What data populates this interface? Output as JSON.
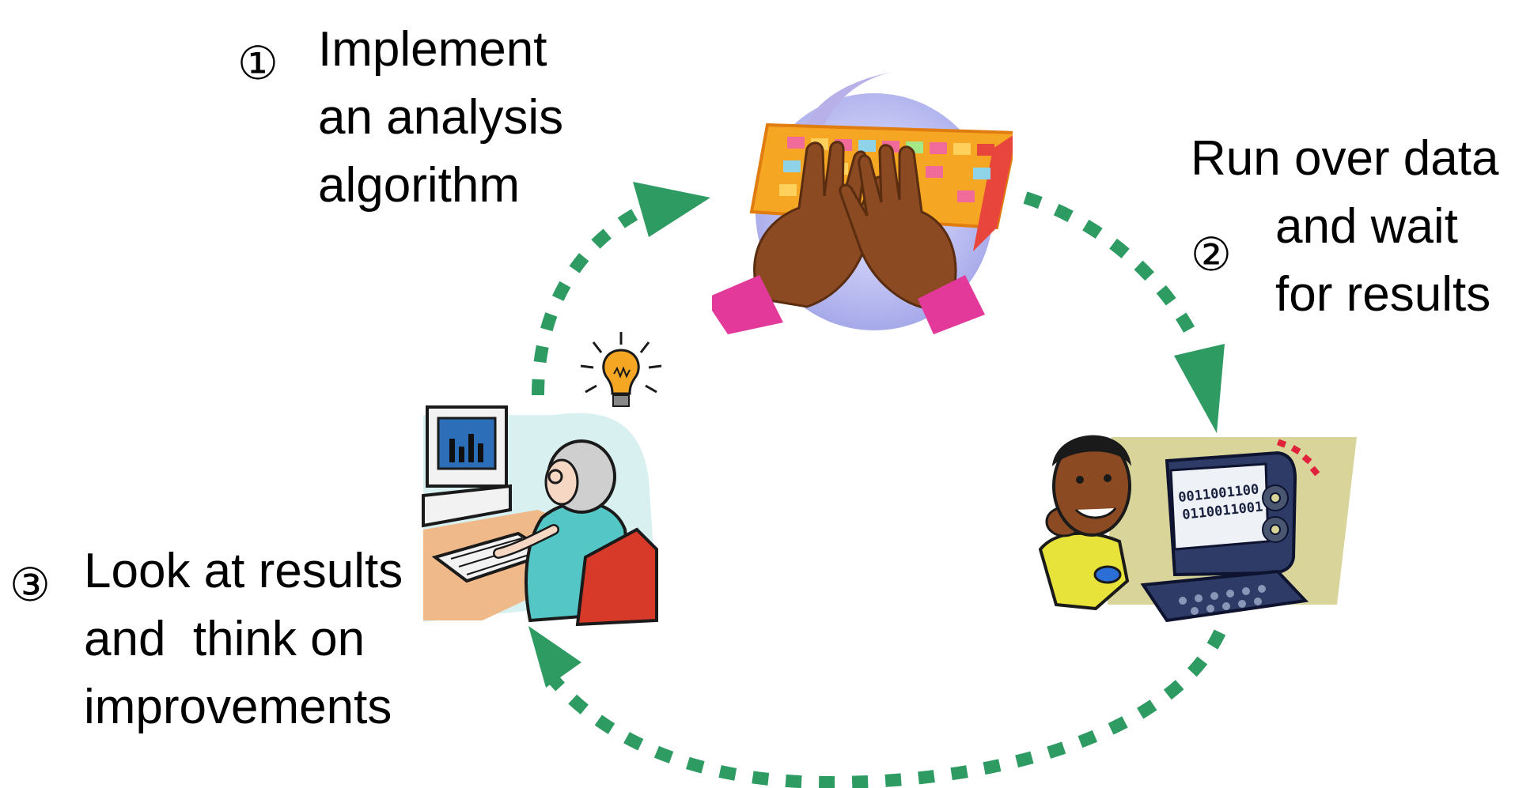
{
  "diagram": {
    "arrow_color": "#2e9b63",
    "steps": [
      {
        "number": "①",
        "lines": [
          "Implement",
          "an analysis",
          "algorithm"
        ],
        "icon": "hands-on-keyboard-icon"
      },
      {
        "number": "②",
        "lines": [
          "Run over data",
          "and wait",
          "for results"
        ],
        "icon": "person-waiting-at-computer-icon"
      },
      {
        "number": "③",
        "lines": [
          "Look at results",
          "and  think on",
          "improvements"
        ],
        "icon": "person-thinking-at-computer-icon"
      }
    ],
    "idea_icon": "lightbulb-icon",
    "binary_text": [
      "0011001100",
      "0110011001"
    ]
  }
}
